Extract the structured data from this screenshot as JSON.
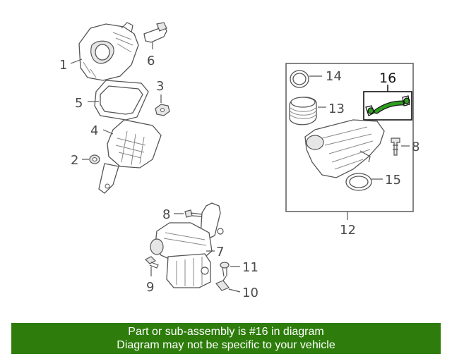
{
  "callouts": {
    "c1": "1",
    "c2": "2",
    "c3": "3",
    "c4": "4",
    "c5": "5",
    "c6": "6",
    "c7": "7",
    "c8a": "8",
    "c8b": "8",
    "c9": "9",
    "c10": "10",
    "c11": "11",
    "c12": "12",
    "c13": "13",
    "c14": "14",
    "c15": "15",
    "c16": "16"
  },
  "banner": {
    "line1": "Part or sub-assembly is #16 in diagram",
    "line2": "Diagram may not be specific to your vehicle"
  },
  "colors": {
    "banner_bg": "#2e7d0c",
    "highlight_part": "#2e9e1e"
  }
}
